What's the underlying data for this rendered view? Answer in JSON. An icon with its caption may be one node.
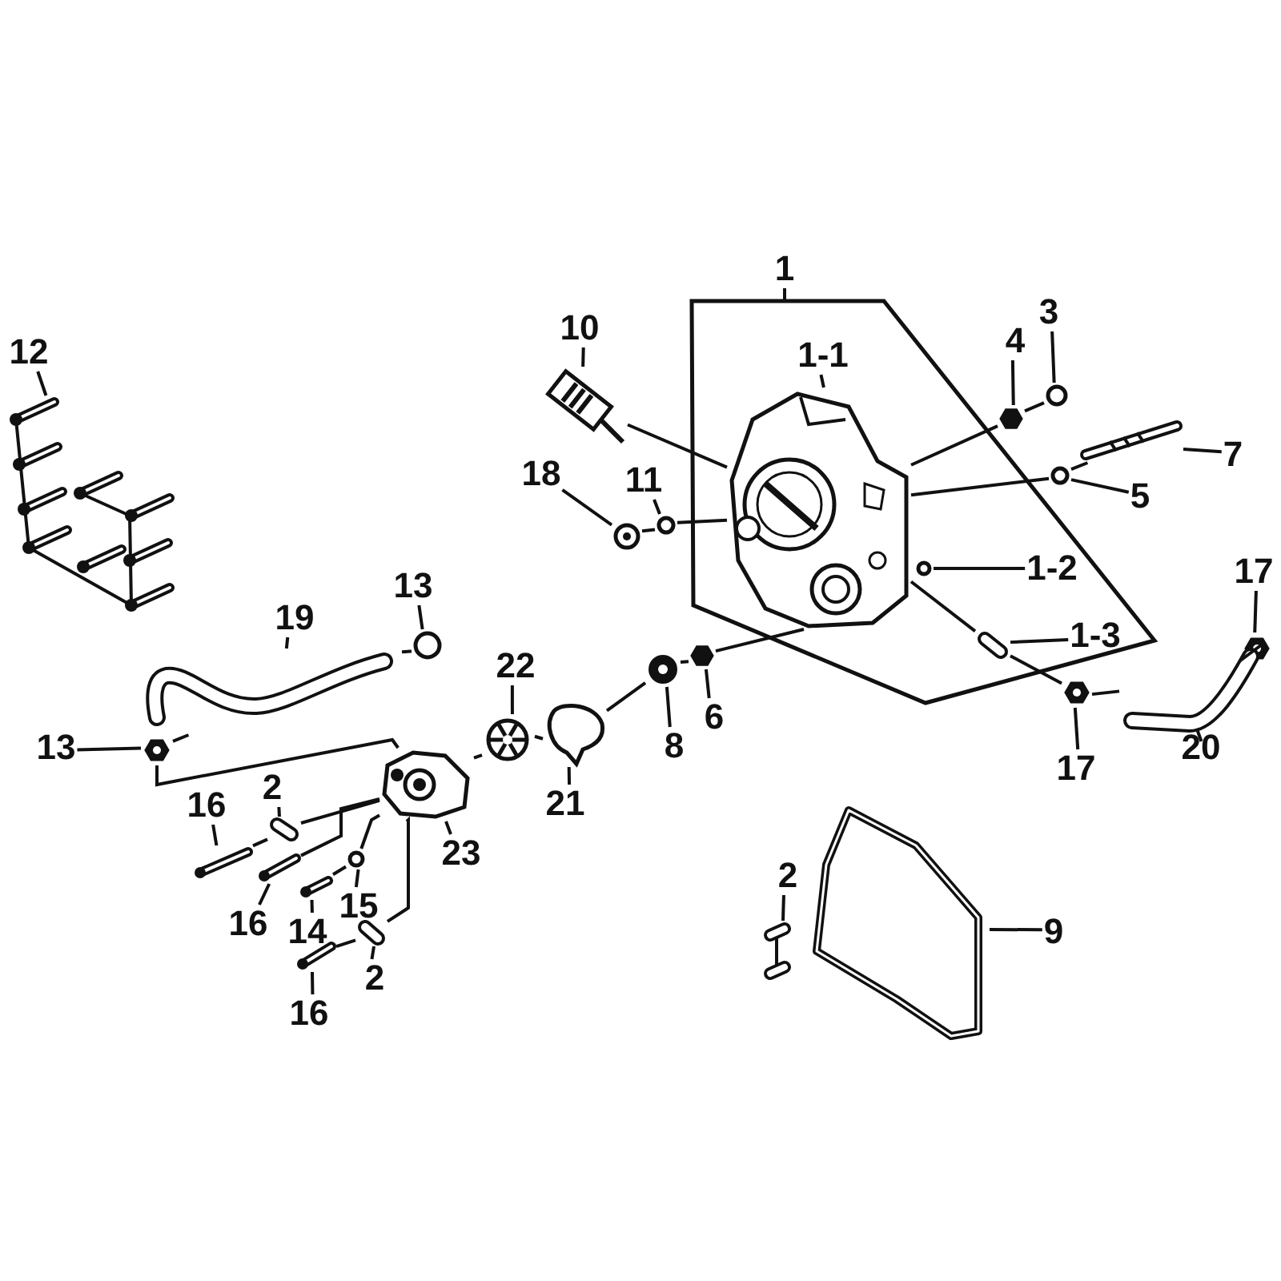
{
  "diagram": {
    "nodes": [
      {
        "text": [
          "1"
        ]
      },
      {
        "text": [],
        "shape": "box"
      },
      {
        "text": [
          "1-1"
        ],
        "in": 1
      },
      {
        "text": [],
        "shape": "picture",
        "in": 1
      },
      {
        "text": [
          "1-2"
        ],
        "in": 1
      },
      {
        "text": [],
        "shape": "circle",
        "in": 1
      },
      {
        "text": [
          "1-3"
        ],
        "in": 1
      },
      {
        "text": [],
        "shape": "picture",
        "in": 1
      },
      {
        "text": [
          "3"
        ]
      },
      {
        "text": [],
        "shape": "circle"
      },
      {
        "text": [
          "4"
        ]
      },
      {
        "text": [],
        "shape": "hexagon"
      },
      {
        "text": [
          "5"
        ]
      },
      {
        "text": [],
        "shape": "circle"
      },
      {
        "text": [
          "7"
        ]
      },
      {
        "text": [],
        "shape": "picture"
      },
      {
        "text": [
          "6"
        ]
      },
      {
        "text": [],
        "shape": "hexagon"
      },
      {
        "text": [
          "8"
        ]
      },
      {
        "text": [],
        "shape": "picture"
      },
      {
        "text": [
          "10"
        ]
      },
      {
        "text": [],
        "shape": "picture"
      },
      {
        "text": [
          "11"
        ]
      },
      {
        "text": [],
        "shape": "circle"
      },
      {
        "text": [
          "18"
        ]
      },
      {
        "text": [],
        "shape": "picture"
      },
      {
        "text": [
          "12"
        ]
      },
      {
        "text": [],
        "shape": "picture"
      },
      {
        "text": [
          "13"
        ]
      },
      {
        "text": [],
        "shape": "circle"
      },
      {
        "text": [
          "19"
        ]
      },
      {
        "text": [],
        "shape": "picture"
      },
      {
        "text": [
          "13"
        ]
      },
      {
        "text": [],
        "shape": "picture"
      },
      {
        "text": [
          "22"
        ]
      },
      {
        "text": [],
        "shape": "picture"
      },
      {
        "text": [
          "21"
        ]
      },
      {
        "text": [],
        "shape": "picture"
      },
      {
        "text": [
          "23"
        ]
      },
      {
        "text": [],
        "shape": "picture"
      },
      {
        "text": [
          "16"
        ]
      },
      {
        "text": [],
        "shape": "picture"
      },
      {
        "text": [
          "2"
        ]
      },
      {
        "text": [],
        "shape": "picture"
      },
      {
        "text": [
          "16"
        ]
      },
      {
        "text": [],
        "shape": "picture"
      },
      {
        "text": [
          "15"
        ]
      },
      {
        "text": [],
        "shape": "circle"
      },
      {
        "text": [
          "14"
        ]
      },
      {
        "text": [],
        "shape": "picture"
      },
      {
        "text": [
          "2"
        ]
      },
      {
        "text": [],
        "shape": "picture"
      },
      {
        "text": [
          "16"
        ]
      },
      {
        "text": [],
        "shape": "picture"
      },
      {
        "text": [
          "2"
        ]
      },
      {
        "text": [],
        "shape": "picture"
      },
      {
        "text": [
          "9"
        ]
      },
      {
        "text": [],
        "shape": "picture"
      },
      {
        "text": [
          "17"
        ]
      },
      {
        "text": [],
        "shape": "picture"
      },
      {
        "text": [
          "17"
        ]
      },
      {
        "text": [],
        "shape": "picture"
      },
      {
        "text": [
          "20"
        ]
      },
      {
        "text": [],
        "shape": "picture"
      }
    ],
    "edges": [
      {
        "from": 0,
        "to": 1,
        "arrow": "none"
      },
      {
        "from": 2,
        "to": 3,
        "arrow": "none"
      },
      {
        "from": 4,
        "to": 5,
        "arrow": "none"
      },
      {
        "from": 6,
        "to": 7,
        "arrow": "none"
      },
      {
        "from": 8,
        "to": 9,
        "arrow": "none"
      },
      {
        "from": 10,
        "to": 11,
        "arrow": "none"
      },
      {
        "from": 12,
        "to": 13,
        "arrow": "none"
      },
      {
        "from": 14,
        "to": 15,
        "arrow": "none"
      },
      {
        "from": 16,
        "to": 17,
        "arrow": "none"
      },
      {
        "from": 18,
        "to": 19,
        "arrow": "none"
      },
      {
        "from": 20,
        "to": 21,
        "arrow": "none"
      },
      {
        "from": 22,
        "to": 23,
        "arrow": "none"
      },
      {
        "from": 24,
        "to": 25,
        "arrow": "none"
      },
      {
        "from": 26,
        "to": 27,
        "arrow": "none"
      },
      {
        "from": 28,
        "to": 29,
        "arrow": "none"
      },
      {
        "from": 30,
        "to": 31,
        "arrow": "none"
      },
      {
        "from": 32,
        "to": 33,
        "arrow": "none"
      },
      {
        "from": 34,
        "to": 35,
        "arrow": "none"
      },
      {
        "from": 36,
        "to": 37,
        "arrow": "none"
      },
      {
        "from": 38,
        "to": 39,
        "arrow": "none"
      },
      {
        "from": 40,
        "to": 41,
        "arrow": "none"
      },
      {
        "from": 42,
        "to": 43,
        "arrow": "none"
      },
      {
        "from": 44,
        "to": 45,
        "arrow": "none"
      },
      {
        "from": 46,
        "to": 47,
        "arrow": "none"
      },
      {
        "from": 48,
        "to": 49,
        "arrow": "none"
      },
      {
        "from": 50,
        "to": 51,
        "arrow": "none"
      },
      {
        "from": 52,
        "to": 53,
        "arrow": "none"
      },
      {
        "from": 54,
        "to": 55,
        "arrow": "none"
      },
      {
        "from": 56,
        "to": 57,
        "arrow": "none"
      },
      {
        "from": 58,
        "to": 59,
        "arrow": "none"
      },
      {
        "from": 60,
        "to": 61,
        "arrow": "none"
      },
      {
        "from": 62,
        "to": 63,
        "arrow": "none"
      },
      {
        "from": 9,
        "to": 11,
        "arrow": "none"
      },
      {
        "from": 11,
        "to": 3,
        "arrow": "none"
      },
      {
        "from": 15,
        "to": 13,
        "arrow": "none"
      },
      {
        "from": 13,
        "to": 3,
        "arrow": "none"
      },
      {
        "from": 21,
        "to": 3,
        "arrow": "none"
      },
      {
        "from": 25,
        "to": 23,
        "arrow": "none"
      },
      {
        "from": 23,
        "to": 3,
        "arrow": "none"
      },
      {
        "from": 3,
        "to": 17,
        "arrow": "none"
      },
      {
        "from": 17,
        "to": 19,
        "arrow": "none"
      },
      {
        "from": 19,
        "to": 37,
        "arrow": "none"
      },
      {
        "from": 37,
        "to": 35,
        "arrow": "none"
      },
      {
        "from": 35,
        "to": 39,
        "arrow": "none"
      },
      {
        "from": 3,
        "to": 7,
        "arrow": "none"
      },
      {
        "from": 7,
        "to": 61,
        "arrow": "none"
      },
      {
        "from": 61,
        "to": 63,
        "arrow": "none"
      },
      {
        "from": 63,
        "to": 59,
        "arrow": "none"
      },
      {
        "from": 29,
        "to": 31,
        "arrow": "none"
      },
      {
        "from": 31,
        "to": 33,
        "arrow": "none"
      },
      {
        "from": 33,
        "to": 39,
        "arrow": "none"
      },
      {
        "from": 39,
        "to": 43,
        "arrow": "none"
      },
      {
        "from": 43,
        "to": 41,
        "arrow": "none"
      },
      {
        "from": 39,
        "to": 45,
        "arrow": "none"
      },
      {
        "from": 39,
        "to": 47,
        "arrow": "none"
      },
      {
        "from": 47,
        "to": 49,
        "arrow": "none"
      },
      {
        "from": 39,
        "to": 51,
        "arrow": "none"
      },
      {
        "from": 51,
        "to": 53,
        "arrow": "none"
      }
    ]
  }
}
